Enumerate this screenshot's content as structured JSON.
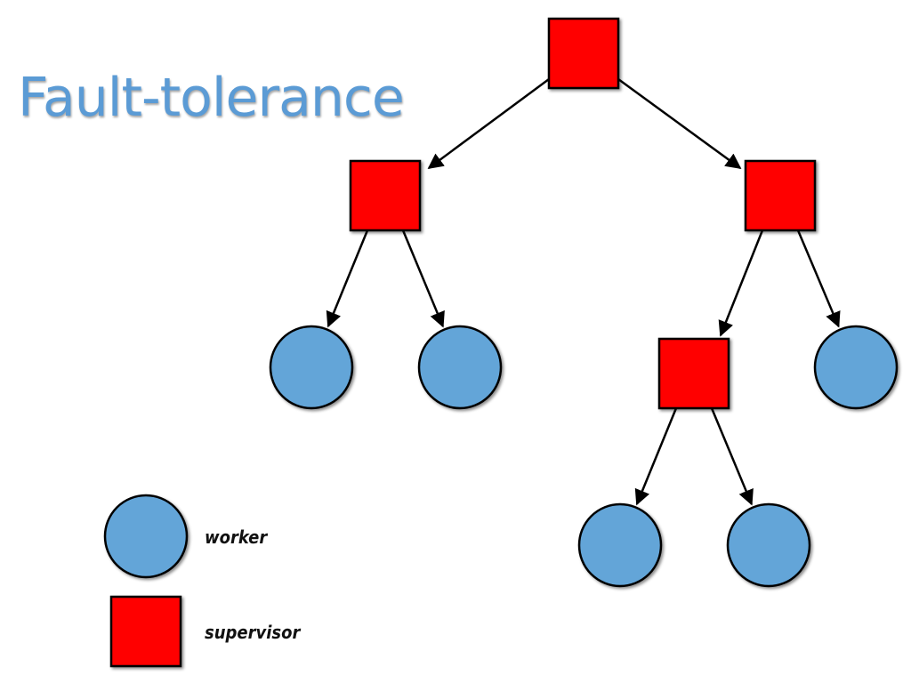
{
  "title": "Fault-tolerance",
  "colors": {
    "title": "#5b9bd5",
    "supervisor_fill": "#ff0000",
    "worker_fill": "#64a5d8",
    "stroke": "#000000"
  },
  "legend": {
    "worker_label": "worker",
    "supervisor_label": "supervisor"
  },
  "tree": {
    "nodes": [
      {
        "id": "root",
        "kind": "supervisor"
      },
      {
        "id": "sup-left",
        "kind": "supervisor"
      },
      {
        "id": "sup-right",
        "kind": "supervisor"
      },
      {
        "id": "worker-1",
        "kind": "worker"
      },
      {
        "id": "worker-2",
        "kind": "worker"
      },
      {
        "id": "sup-nested",
        "kind": "supervisor"
      },
      {
        "id": "worker-3",
        "kind": "worker"
      },
      {
        "id": "worker-4",
        "kind": "worker"
      },
      {
        "id": "worker-5",
        "kind": "worker"
      }
    ],
    "edges": [
      {
        "from": "root",
        "to": "sup-left"
      },
      {
        "from": "root",
        "to": "sup-right"
      },
      {
        "from": "sup-left",
        "to": "worker-1"
      },
      {
        "from": "sup-left",
        "to": "worker-2"
      },
      {
        "from": "sup-right",
        "to": "sup-nested"
      },
      {
        "from": "sup-right",
        "to": "worker-3"
      },
      {
        "from": "sup-nested",
        "to": "worker-4"
      },
      {
        "from": "sup-nested",
        "to": "worker-5"
      }
    ]
  }
}
